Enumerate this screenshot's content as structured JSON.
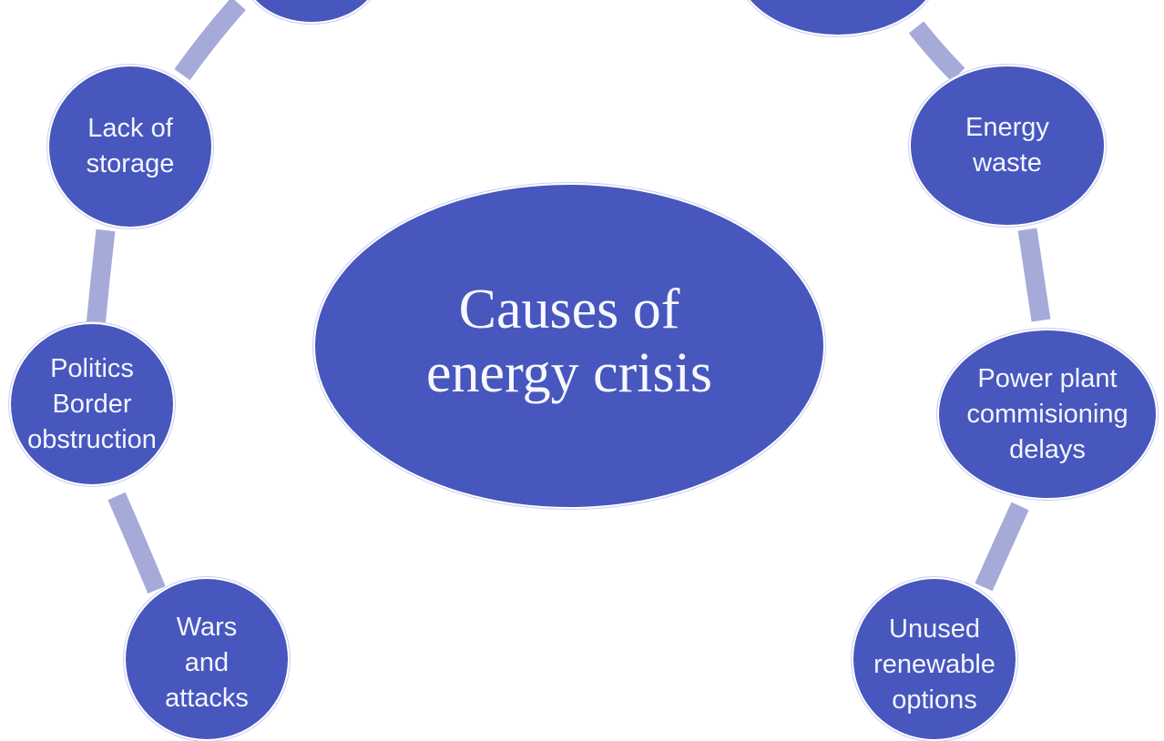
{
  "diagram": {
    "title": "Causes of energy crisis",
    "type": "radial cycle diagram",
    "colors": {
      "node_fill": "#4757bd",
      "node_text": "#f4f5ff",
      "connector": "#a5aad8",
      "background": "#ffffff"
    },
    "center": {
      "lines": [
        "Causes of",
        "energy crisis"
      ]
    },
    "nodes": [
      {
        "id": "top-left-cropped",
        "lines": []
      },
      {
        "id": "top-right-cropped",
        "lines": []
      },
      {
        "id": "lack-of-storage",
        "lines": [
          "Lack of",
          "storage"
        ]
      },
      {
        "id": "energy-waste",
        "lines": [
          "Energy",
          "waste"
        ]
      },
      {
        "id": "politics-border",
        "lines": [
          "Politics",
          "Border",
          "obstruction"
        ]
      },
      {
        "id": "power-plant",
        "lines": [
          "Power plant",
          "commisioning",
          "delays"
        ]
      },
      {
        "id": "wars-attacks",
        "lines": [
          "Wars",
          "and",
          "attacks"
        ]
      },
      {
        "id": "unused-renewable",
        "lines": [
          "Unused",
          "renewable",
          "options"
        ]
      }
    ]
  }
}
